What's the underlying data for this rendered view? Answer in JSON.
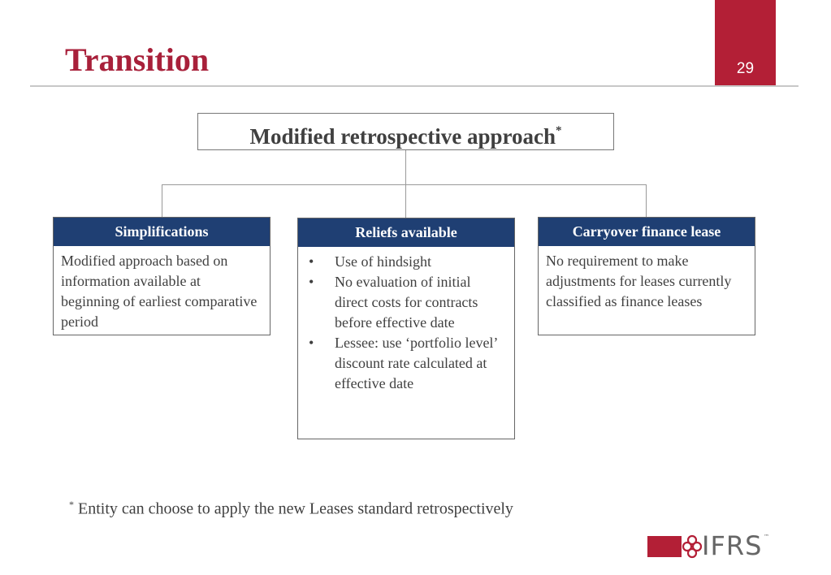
{
  "header": {
    "title": "Transition",
    "page_number": "29"
  },
  "diagram": {
    "root": {
      "label": "Modified retrospective approach",
      "mark": "*"
    },
    "cards": [
      {
        "heading": "Simplifications",
        "body": "Modified approach based on information available at beginning of earliest comparative period"
      },
      {
        "heading": "Reliefs available",
        "bullets": [
          "Use of hindsight",
          "No evaluation of initial direct costs for contracts before effective date",
          "Lessee: use ‘portfolio level’ discount rate calculated at effective date"
        ]
      },
      {
        "heading": "Carryover finance lease",
        "body": "No requirement to make adjustments for leases currently classified as finance leases"
      }
    ]
  },
  "footnote": {
    "mark": "*",
    "text": "Entity can choose to apply the new Leases standard retrospectively"
  },
  "logo": {
    "text": "IFRS",
    "tm": "™"
  },
  "colors": {
    "accent": "#b31f36",
    "card_header": "#1f3f73",
    "text": "#404040"
  }
}
